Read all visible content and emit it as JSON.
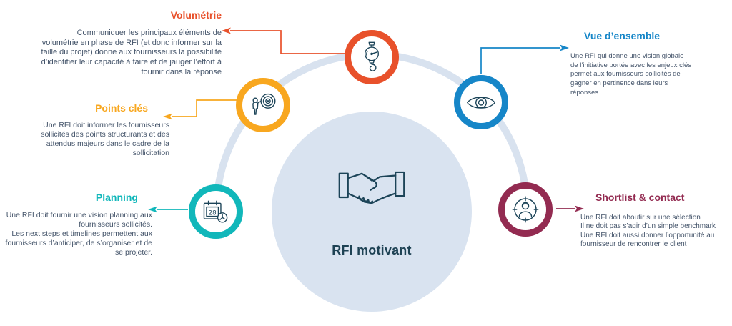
{
  "diagram": {
    "center": {
      "label": "RFI motivant",
      "icon": "handshake-icon",
      "fill_color": "#d9e3f0",
      "text_color": "#1e4254"
    },
    "ring_color": "#d8e2ef",
    "body_text_color": "#44546a",
    "icon_stroke_color": "#1c4458",
    "calendar_day": "28",
    "nodes": [
      {
        "id": "volumetrie",
        "title": "Volumétrie",
        "color": "#e8512b",
        "icon": "hanging-scale-icon",
        "description": "Communiquer les principaux éléments de volumétrie en phase de RFI (et donc informer sur la taille du projet) donne aux fournisseurs la possibilité d’identifier leur capacité à faire et de jauger l’effort à fournir dans la réponse"
      },
      {
        "id": "points-cles",
        "title": "Points clés",
        "color": "#f8a71f",
        "icon": "person-target-icon",
        "description": "Une RFI doit informer les fournisseurs sollicités des points structurants et des attendus majeurs dans le cadre de la sollicitation"
      },
      {
        "id": "vue-densemble",
        "title": "Vue d’ensemble",
        "color": "#1686c8",
        "icon": "eye-icon",
        "description": "Une RFI qui donne une vision globale de l’initiative portée avec les enjeux clés permet aux fournisseurs sollicités de gagner en pertinence dans leurs réponses"
      },
      {
        "id": "planning",
        "title": "Planning",
        "color": "#11b7ba",
        "icon": "calendar-clock-icon",
        "description": "Une RFI doit fournir une vision planning aux fournisseurs sollicités.\nLes next steps et timelines permettent aux fournisseurs d’anticiper, de s’organiser et de se projeter."
      },
      {
        "id": "shortlist-contact",
        "title": "Shortlist & contact",
        "color": "#932b51",
        "icon": "person-crosshair-icon",
        "description": "Une RFI doit aboutir sur une sélection\nIl ne doit pas s’agir d’un simple benchmark\nUne RFI doit aussi donner l’opportunité au fournisseur de rencontrer le client"
      }
    ]
  }
}
